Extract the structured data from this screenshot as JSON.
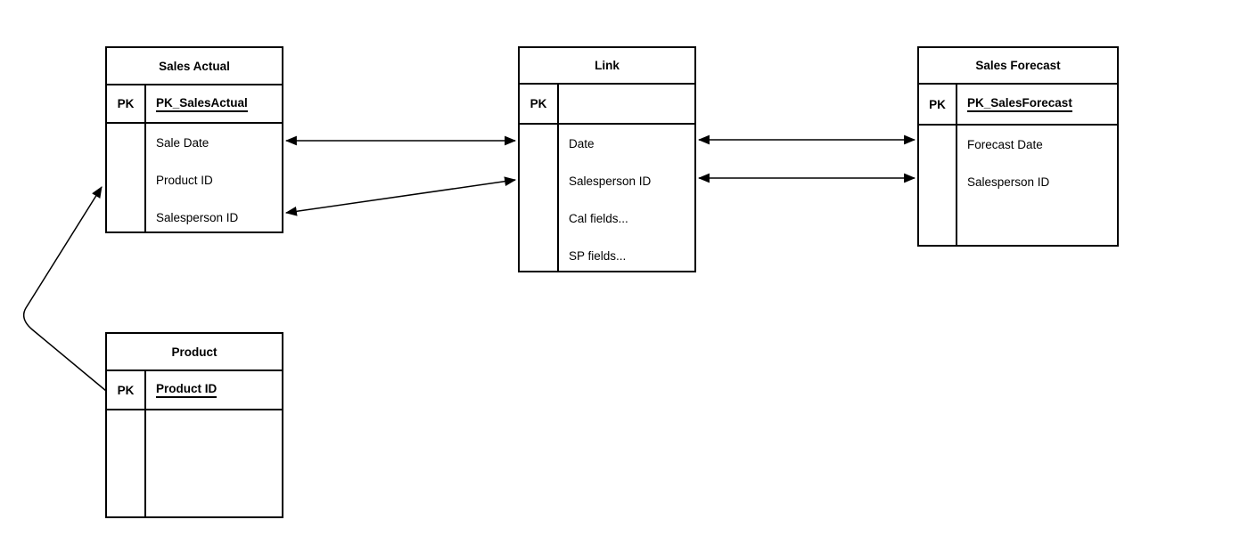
{
  "diagram": {
    "type": "entity-relationship",
    "background_color": "#ffffff",
    "line_color": "#000000",
    "text_color": "#000000"
  },
  "tables": [
    {
      "title": "Sales Actual",
      "pk_label": "PK",
      "pk_field": "PK_SalesActual",
      "fields": [
        "Sale Date",
        "Product ID",
        "Salesperson ID"
      ]
    },
    {
      "title": "Link",
      "pk_label": "PK",
      "pk_field": "",
      "fields": [
        "Date",
        "Salesperson ID",
        "Cal fields...",
        "SP fields..."
      ]
    },
    {
      "title": "Sales Forecast",
      "pk_label": "PK",
      "pk_field": "PK_SalesForecast",
      "fields": [
        "Forecast Date",
        "Salesperson ID"
      ]
    },
    {
      "title": "Product",
      "pk_label": "PK",
      "pk_field": "Product ID",
      "fields": []
    }
  ],
  "connectors": [
    {
      "from_table": "Sales Actual",
      "from_field": "Sale Date",
      "to_table": "Link",
      "to_field": "Date",
      "arrowheads": "both"
    },
    {
      "from_table": "Sales Actual",
      "from_field": "Salesperson ID",
      "to_table": "Link",
      "to_field": "Salesperson ID",
      "arrowheads": "both"
    },
    {
      "from_table": "Link",
      "from_field": "Date",
      "to_table": "Sales Forecast",
      "to_field": "Forecast Date",
      "arrowheads": "both"
    },
    {
      "from_table": "Link",
      "from_field": "Salesperson ID",
      "to_table": "Sales Forecast",
      "to_field": "Salesperson ID",
      "arrowheads": "both"
    },
    {
      "from_table": "Product",
      "from_field": "Product ID",
      "to_table": "Sales Actual",
      "to_field": "Product ID",
      "arrowheads": "end"
    }
  ]
}
